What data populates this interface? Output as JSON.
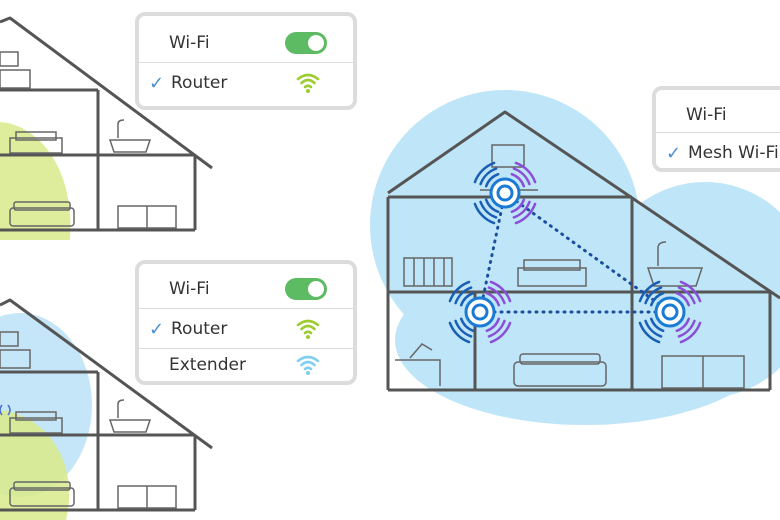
{
  "panels": {
    "router": {
      "title": "Wi-Fi",
      "rows": [
        {
          "label": "Router",
          "checked": true,
          "signal_color": "#9ccc2e"
        }
      ],
      "toggle_on": true
    },
    "extender": {
      "title": "Wi-Fi",
      "rows": [
        {
          "label": "Router",
          "checked": true,
          "signal_color": "#9ccc2e"
        },
        {
          "label": "Extender",
          "checked": false,
          "signal_color": "#7ecff2"
        }
      ],
      "toggle_on": true
    },
    "mesh": {
      "title": "Wi-Fi",
      "rows": [
        {
          "label": "Mesh Wi-Fi",
          "checked": true
        }
      ]
    }
  },
  "colors": {
    "router_coverage": "#d8ea8a",
    "extender_coverage": "#bfe3f7",
    "mesh_coverage": "#bfe6f8",
    "house_line": "#555555",
    "mesh_node": "#1a7ad4",
    "signal_blue": "#1a5fb4",
    "signal_purple": "#8a4fd8",
    "toggle_on": "#5dbb63",
    "check": "#4a8fd1"
  },
  "icons": [
    "checkmark-icon",
    "wifi-signal-icon",
    "toggle-switch-icon",
    "mesh-node-icon",
    "house-icon",
    "bed-icon",
    "sofa-icon",
    "bathtub-icon",
    "crib-icon",
    "desk-lamp-icon",
    "tv-icon",
    "dresser-icon"
  ]
}
